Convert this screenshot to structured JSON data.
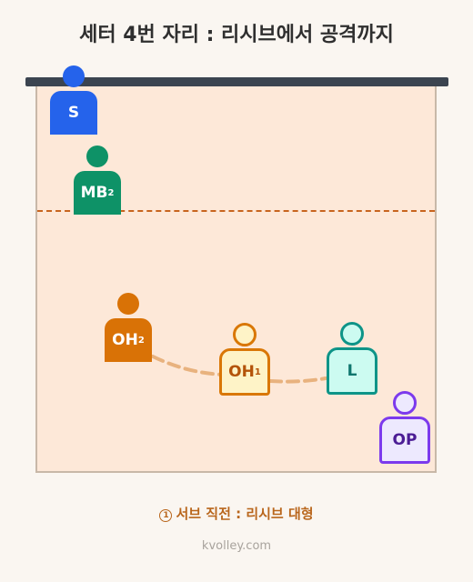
{
  "title": "세터 4번 자리 : 리시브에서 공격까지",
  "players": {
    "s": {
      "label": "S",
      "sup": ""
    },
    "mb2": {
      "label": "MB",
      "sup": "2"
    },
    "oh2": {
      "label": "OH",
      "sup": "2"
    },
    "oh1": {
      "label": "OH",
      "sup": "1"
    },
    "l": {
      "label": "L",
      "sup": ""
    },
    "op": {
      "label": "OP",
      "sup": ""
    }
  },
  "colors": {
    "setter": "#2563eb",
    "middle": "#0e9267",
    "outside_filled": "#d97206",
    "outside_outline": "#d97706",
    "outside_fill": "#fef3c7",
    "libero_outline": "#0d9488",
    "libero_fill": "#ccfbf1",
    "opposite_outline": "#7c3aed",
    "opposite_fill": "#ede9fe",
    "attack_line": "#c8641e",
    "reception_line": "#e8b27e",
    "net": "#3b4450"
  },
  "caption": {
    "step": "1",
    "text": "서브 직전 : 리시브 대형"
  },
  "footer": "kvolley.com"
}
